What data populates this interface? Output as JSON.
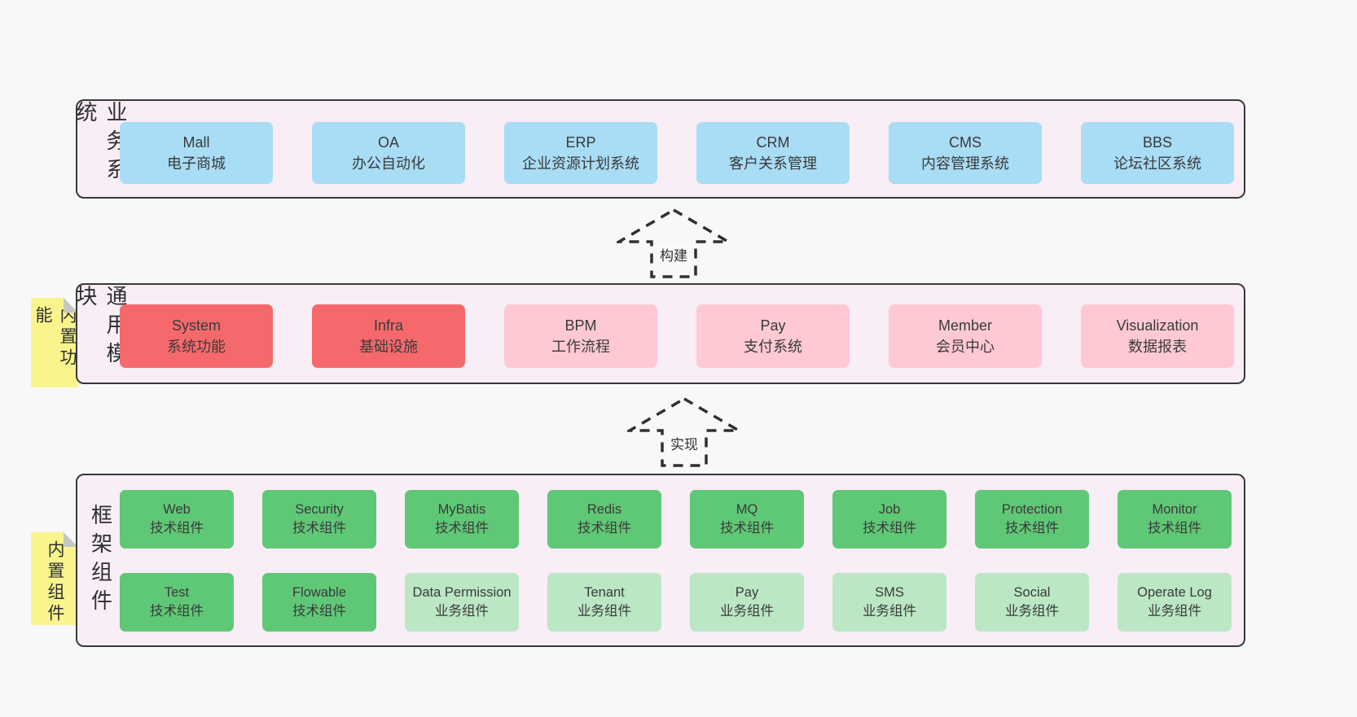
{
  "diagram": {
    "arrows": [
      {
        "label": "构建"
      },
      {
        "label": "实现"
      }
    ],
    "colors": {
      "page_bg": "#f8f8f8",
      "container_bg": "#f9edf6",
      "container_border": "#39393b",
      "blue_box": "#a9dcf5",
      "red_box": "#f5696c",
      "pink_box": "#fec9d2",
      "green_box": "#5fc877",
      "light_green_box": "#bbe7c4",
      "sticky_yellow": "#faf48d",
      "sticky_fold": "#c6c6c6",
      "text": "#333333"
    },
    "sections": [
      {
        "label": "业务系统",
        "boxes": [
          {
            "title": "Mall",
            "subtitle": "电子商城"
          },
          {
            "title": "OA",
            "subtitle": "办公自动化"
          },
          {
            "title": "ERP",
            "subtitle": "企业资源计划系统"
          },
          {
            "title": "CRM",
            "subtitle": "客户关系管理"
          },
          {
            "title": "CMS",
            "subtitle": "内容管理系统"
          },
          {
            "title": "BBS",
            "subtitle": "论坛社区系统"
          }
        ]
      },
      {
        "label": "通用模块",
        "sticky": "内置功能",
        "boxes": [
          {
            "title": "System",
            "subtitle": "系统功能"
          },
          {
            "title": "Infra",
            "subtitle": "基础设施"
          },
          {
            "title": "BPM",
            "subtitle": "工作流程"
          },
          {
            "title": "Pay",
            "subtitle": "支付系统"
          },
          {
            "title": "Member",
            "subtitle": "会员中心"
          },
          {
            "title": "Visualization",
            "subtitle": "数据报表"
          }
        ]
      },
      {
        "label": "框架组件",
        "sticky": "内置组件",
        "row1": [
          {
            "title": "Web",
            "subtitle": "技术组件"
          },
          {
            "title": "Security",
            "subtitle": "技术组件"
          },
          {
            "title": "MyBatis",
            "subtitle": "技术组件"
          },
          {
            "title": "Redis",
            "subtitle": "技术组件"
          },
          {
            "title": "MQ",
            "subtitle": "技术组件"
          },
          {
            "title": "Job",
            "subtitle": "技术组件"
          },
          {
            "title": "Protection",
            "subtitle": "技术组件"
          },
          {
            "title": "Monitor",
            "subtitle": "技术组件"
          }
        ],
        "row2": [
          {
            "title": "Test",
            "subtitle": "技术组件"
          },
          {
            "title": "Flowable",
            "subtitle": "技术组件"
          },
          {
            "title": "Data Permission",
            "subtitle": "业务组件"
          },
          {
            "title": "Tenant",
            "subtitle": "业务组件"
          },
          {
            "title": "Pay",
            "subtitle": "业务组件"
          },
          {
            "title": "SMS",
            "subtitle": "业务组件"
          },
          {
            "title": "Social",
            "subtitle": "业务组件"
          },
          {
            "title": "Operate Log",
            "subtitle": "业务组件"
          }
        ]
      }
    ]
  }
}
